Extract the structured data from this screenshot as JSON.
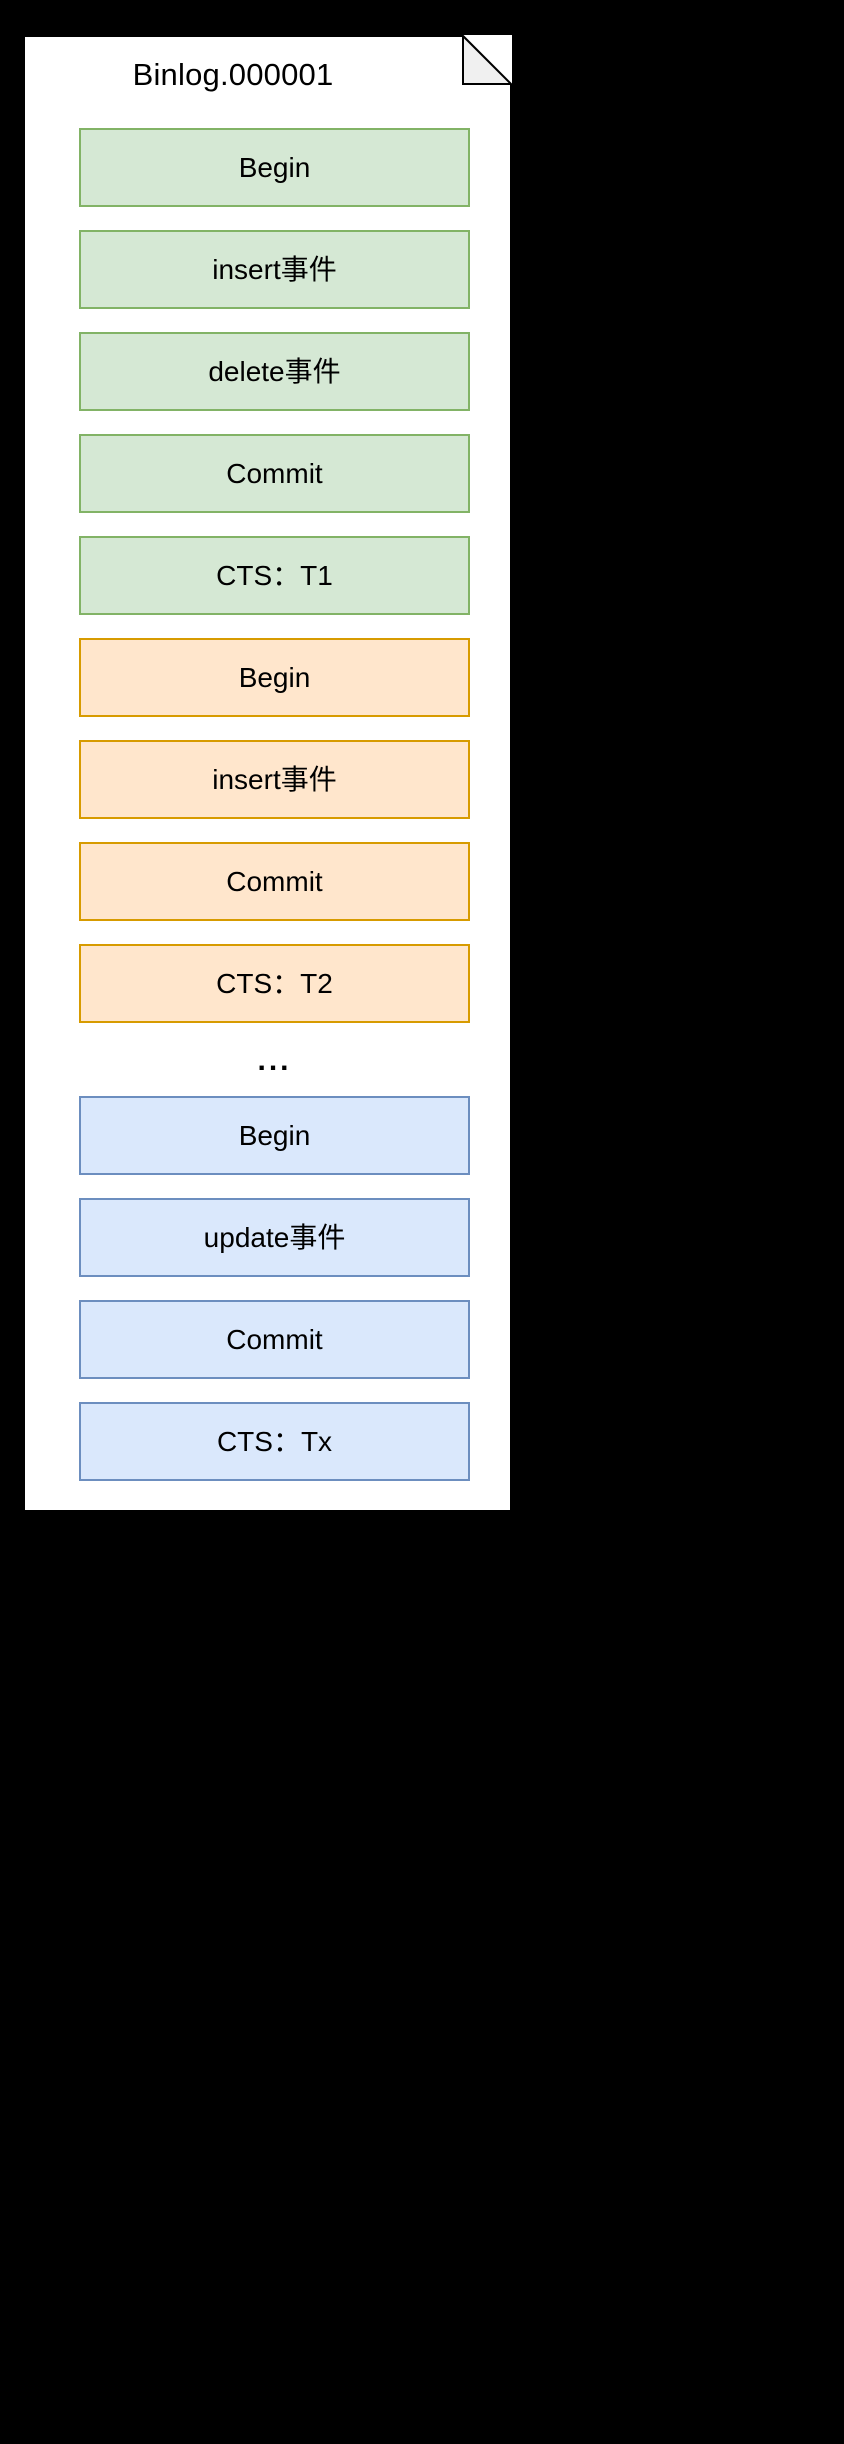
{
  "document_note": {
    "title": "Binlog.000001",
    "shape": "note-with-folded-corner",
    "fill": "#ffffff",
    "stroke": "#000000",
    "fold_fill": "#f0f0f0"
  },
  "background_color": "#000000",
  "palette": {
    "green_fill": "#d5e8d4",
    "green_border": "#82b366",
    "orange_fill": "#ffe6cc",
    "orange_border": "#d79b00",
    "blue_fill": "#dae8fc",
    "blue_border": "#6c8ebf",
    "text": "#000000"
  },
  "separator": {
    "ellipsis": "..."
  },
  "transactions": [
    {
      "id": "T1",
      "color": "green",
      "events": [
        {
          "label": "Begin"
        },
        {
          "label": "insert事件"
        },
        {
          "label": "delete事件"
        },
        {
          "label": "Commit"
        },
        {
          "label": "CTS：T1"
        }
      ]
    },
    {
      "id": "T2",
      "color": "orange",
      "events": [
        {
          "label": "Begin"
        },
        {
          "label": "insert事件"
        },
        {
          "label": "Commit"
        },
        {
          "label": "CTS：T2"
        }
      ]
    },
    {
      "id": "Tx",
      "color": "blue",
      "events": [
        {
          "label": "Begin"
        },
        {
          "label": "update事件"
        },
        {
          "label": "Commit"
        },
        {
          "label": "CTS：Tx"
        }
      ]
    }
  ]
}
